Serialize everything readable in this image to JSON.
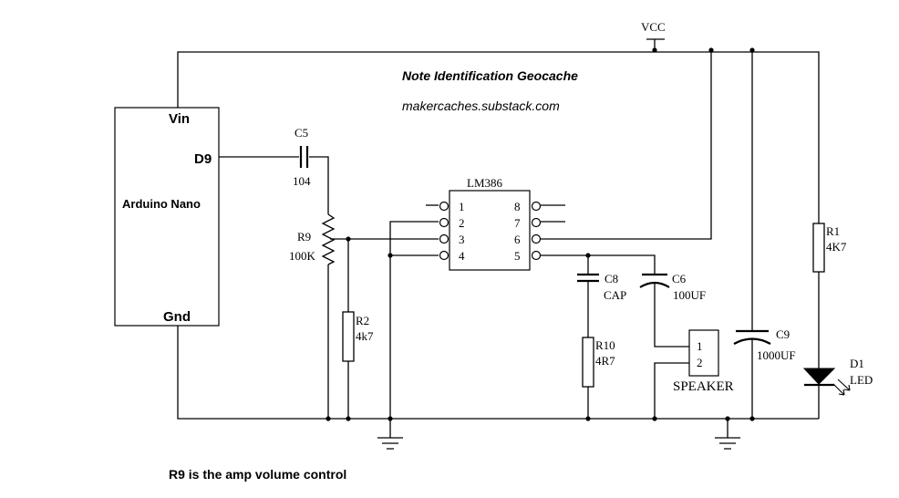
{
  "title": "Note Identification Geocache",
  "url": "makercaches.substack.com",
  "footnote": "R9 is the amp volume control",
  "vcc": "VCC",
  "arduino": {
    "name": "Arduino Nano",
    "vin": "Vin",
    "d9": "D9",
    "gnd": "Gnd"
  },
  "c5": {
    "ref": "C5",
    "value": "104"
  },
  "r9": {
    "ref": "R9",
    "value": "100K"
  },
  "r2": {
    "ref": "R2",
    "value": "4k7"
  },
  "ic": {
    "name": "LM386",
    "pins": [
      "1",
      "2",
      "3",
      "4",
      "5",
      "6",
      "7",
      "8"
    ]
  },
  "c8": {
    "ref": "C8",
    "value": "CAP"
  },
  "c6": {
    "ref": "C6",
    "value": "100UF"
  },
  "r10": {
    "ref": "R10",
    "value": "4R7"
  },
  "speaker": {
    "label": "SPEAKER",
    "pins": [
      "1",
      "2"
    ]
  },
  "c9": {
    "ref": "C9",
    "value": "1000UF"
  },
  "r1": {
    "ref": "R1",
    "value": "4K7"
  },
  "d1": {
    "ref": "D1",
    "value": "LED"
  }
}
